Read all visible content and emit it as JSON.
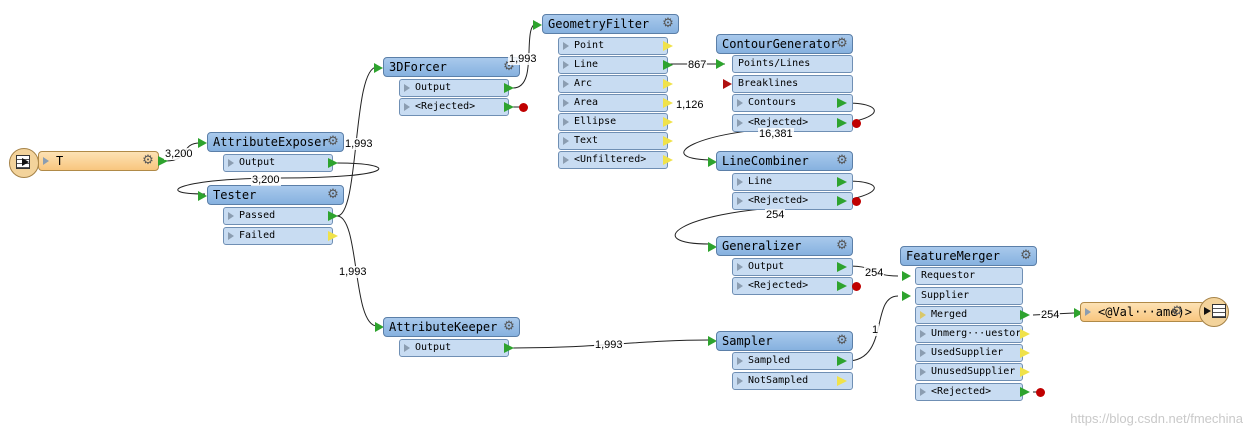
{
  "source": {
    "title": "T"
  },
  "destination": {
    "title": "<@Val···ame)>"
  },
  "transformers": {
    "attribute_exposer": {
      "title": "AttributeExposer",
      "ports": [
        "Output"
      ]
    },
    "tester": {
      "title": "Tester",
      "ports": [
        "Passed",
        "Failed"
      ]
    },
    "forcer_3d": {
      "title": "3DForcer",
      "ports": [
        "Output",
        "<Rejected>"
      ]
    },
    "geometry_filter": {
      "title": "GeometryFilter",
      "ports": [
        "Point",
        "Line",
        "Arc",
        "Area",
        "Ellipse",
        "Text",
        "<Unfiltered>"
      ]
    },
    "contour_generator": {
      "title": "ContourGenerator",
      "ports": [
        "Points/Lines",
        "Breaklines",
        "Contours",
        "<Rejected>"
      ]
    },
    "line_combiner": {
      "title": "LineCombiner",
      "ports": [
        "Line",
        "<Rejected>"
      ]
    },
    "generalizer": {
      "title": "Generalizer",
      "ports": [
        "Output",
        "<Rejected>"
      ]
    },
    "feature_merger": {
      "title": "FeatureMerger",
      "ports": [
        "Requestor",
        "Supplier",
        "Merged",
        "Unmerg···uestor",
        "UsedSupplier",
        "UnusedSupplier",
        "<Rejected>"
      ]
    },
    "attribute_keeper": {
      "title": "AttributeKeeper",
      "ports": [
        "Output"
      ]
    },
    "sampler": {
      "title": "Sampler",
      "ports": [
        "Sampled",
        "NotSampled"
      ]
    }
  },
  "connection_counts": {
    "t_to_exposer": "3,200",
    "exposer_to_tester": "3,200",
    "passed_to_forcer": "1,993",
    "passed_to_keeper": "1,993",
    "forcer_to_filter": "1,993",
    "filter_line_to_contour": "867",
    "filter_area": "1,126",
    "contours_to_combiner": "16,381",
    "combiner_to_generalizer": "254",
    "generalizer_to_merger": "254",
    "keeper_to_sampler": "1,993",
    "sampler_to_merger": "1",
    "merged_to_dest": "254"
  },
  "watermark": "https://blog.csdn.net/fmechina",
  "colors": {
    "transformer": "#a9c9ec",
    "reader_writer": "#f8c67e",
    "port": "#c8dcf2",
    "connection": "#222222",
    "output_port": "#2ea32e",
    "unused_port": "#f0e24a",
    "rejected": "#c00000"
  }
}
